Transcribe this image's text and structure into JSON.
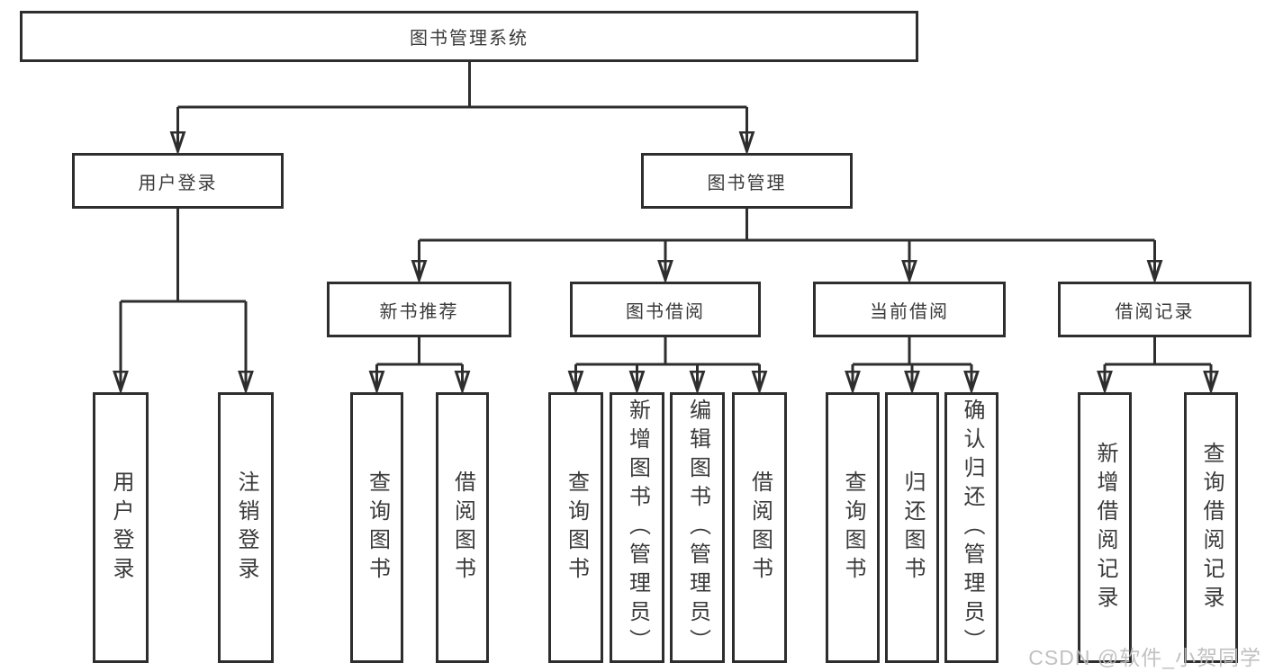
{
  "diagram_title": "图书管理系统",
  "tree": {
    "label": "图书管理系统",
    "children": [
      {
        "label": "用户登录",
        "children": [
          {
            "label": "用户登录"
          },
          {
            "label": "注销登录"
          }
        ]
      },
      {
        "label": "图书管理",
        "children": [
          {
            "label": "新书推荐",
            "children": [
              {
                "label": "查询图书"
              },
              {
                "label": "借阅图书"
              }
            ]
          },
          {
            "label": "图书借阅",
            "children": [
              {
                "label": "查询图书"
              },
              {
                "label": "新增图书（管理员）"
              },
              {
                "label": "编辑图书（管理员）"
              },
              {
                "label": "借阅图书"
              }
            ]
          },
          {
            "label": "当前借阅",
            "children": [
              {
                "label": "查询图书"
              },
              {
                "label": "归还图书"
              },
              {
                "label": "确认归还（管理员）"
              }
            ]
          },
          {
            "label": "借阅记录",
            "children": [
              {
                "label": "新增借阅记录"
              },
              {
                "label": "查询借阅记录"
              }
            ]
          }
        ]
      }
    ]
  },
  "watermark": "CSDN @软件_小贺同学",
  "colors": {
    "line": "#2e2e2e",
    "text": "#3a3a3a",
    "watermark": "#bcbcbc",
    "background": "#ffffff"
  }
}
